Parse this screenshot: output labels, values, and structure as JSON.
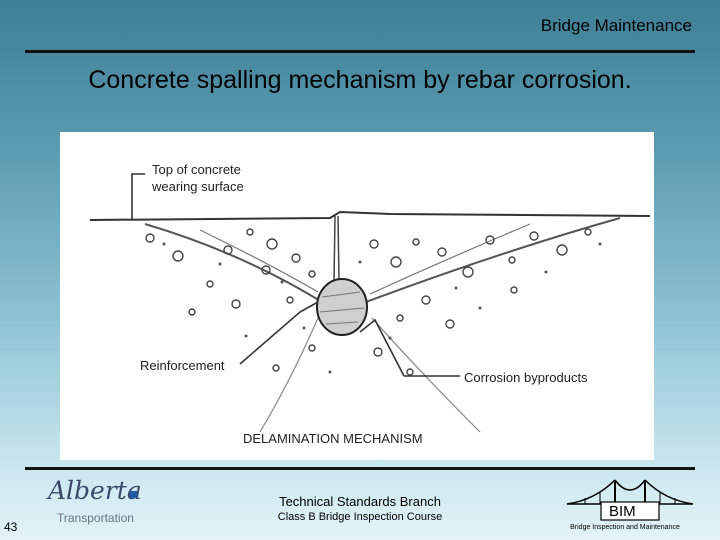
{
  "header": {
    "course_title": "Bridge Maintenance"
  },
  "slide": {
    "title": "Concrete spalling mechanism by rebar corrosion."
  },
  "figure": {
    "label_top": "Top of concrete wearing surface",
    "label_top_line1": "Top of concrete",
    "label_top_line2": "wearing surface",
    "label_reinforcement": "Reinforcement",
    "label_corrosion": "Corrosion byproducts",
    "caption": "DELAMINATION MECHANISM"
  },
  "footer": {
    "page_number": "43",
    "org_logo_text": "Alberta",
    "org_logo_sub": "Transportation",
    "branch": "Technical Standards Branch",
    "course": "Class B Bridge Inspection Course",
    "bim_logo_text": "BIM",
    "bim_caption": "Bridge Inspection and Maintenance"
  }
}
